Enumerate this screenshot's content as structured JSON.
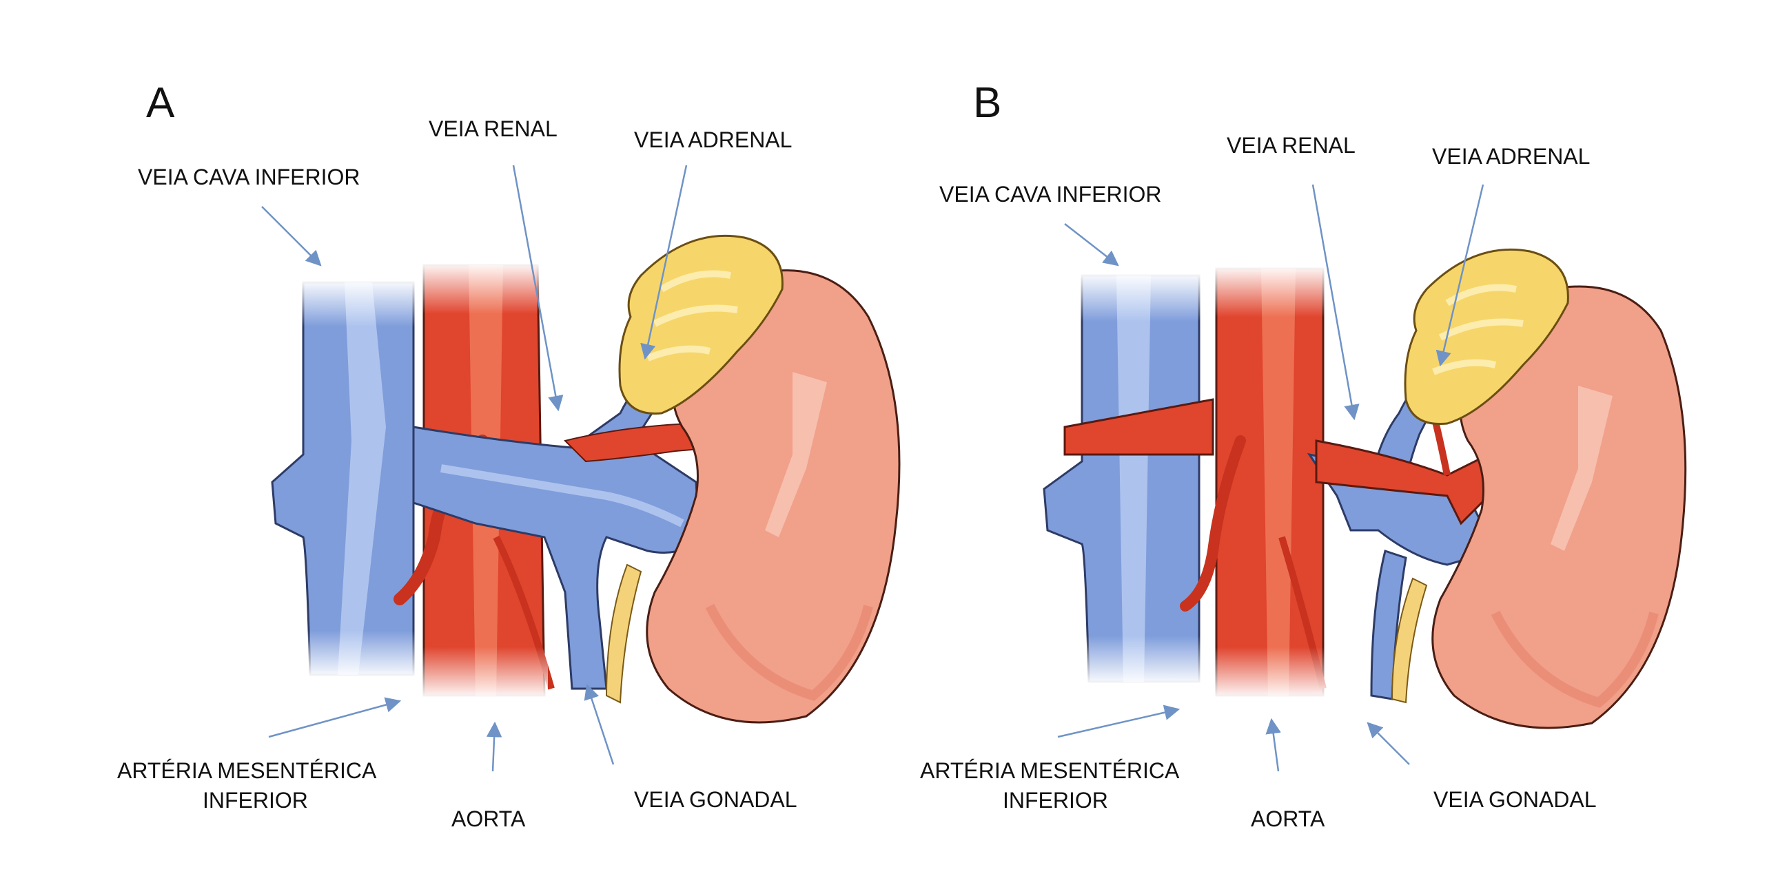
{
  "panels": [
    {
      "letter": "A",
      "labels": {
        "veia_cava_inferior": "VEIA CAVA INFERIOR",
        "veia_renal": "VEIA RENAL",
        "veia_adrenal": "VEIA ADRENAL",
        "arteria_line1": "ARTÉRIA MESENTÉRICA",
        "arteria_line2": "INFERIOR",
        "aorta": "AORTA",
        "veia_gonadal": "VEIA GONADAL"
      }
    },
    {
      "letter": "B",
      "labels": {
        "veia_cava_inferior": "VEIA CAVA INFERIOR",
        "veia_renal": "VEIA RENAL",
        "veia_adrenal": "VEIA ADRENAL",
        "arteria_line1": "ARTÉRIA MESENTÉRICA",
        "arteria_line2": "INFERIOR",
        "aorta": "AORTA",
        "veia_gonadal": "VEIA GONADAL"
      }
    }
  ],
  "colors": {
    "vein": "#7f9ddb",
    "vein_light": "#b9cdf3",
    "artery": "#e0452e",
    "artery_light": "#f07a5c",
    "kidney": "#f1a08a",
    "kidney_light": "#f7c2b1",
    "adrenal": "#f6d66a",
    "adrenal_light": "#fdf0b8",
    "leader": "#6f93c6"
  }
}
